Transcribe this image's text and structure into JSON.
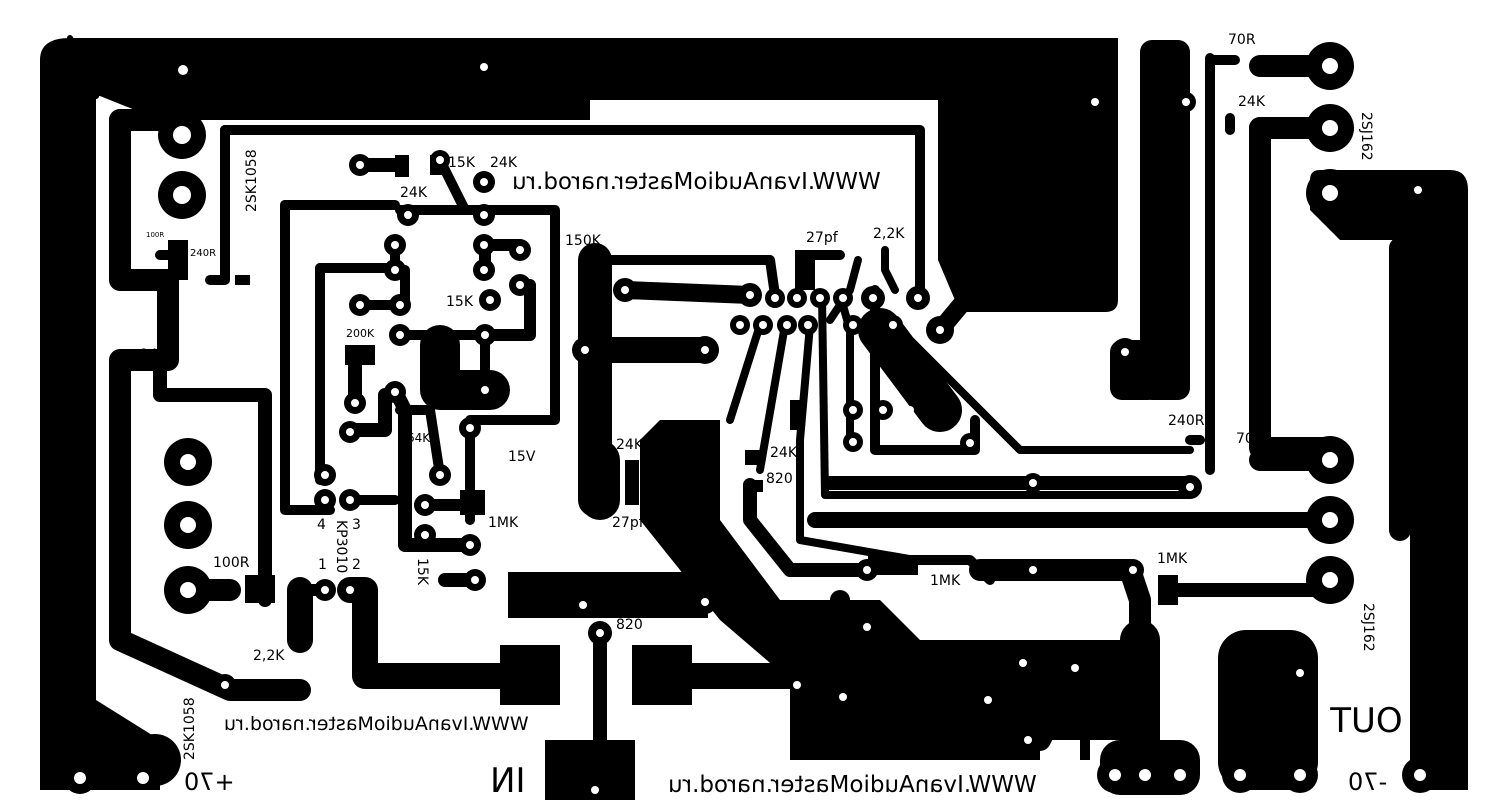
{
  "diagram": {
    "labels": {
      "r_70r_top": "70R",
      "r_24k_top": "24K",
      "q_2sj162_top": "2SJ162",
      "q_2sk1058_top": "2SK1058",
      "r_15k_top": "15K",
      "r_24k_a": "24K",
      "r_24k_b": "24K",
      "r_150k": "150K",
      "c_27pf_top": "27pf",
      "r_2_2k_top": "2,2K",
      "r_100r_tiny": "100R",
      "r_240r_left": "240R",
      "r_15k_mid": "15K",
      "r_200k": "200K",
      "r_24k_left": "24K",
      "r_64k": "64K",
      "r_15v": "15V",
      "r_24k_mid": "24K",
      "r_24k_mid2": "24K",
      "r_820_mid": "820",
      "r_240r_right": "240R",
      "r_70r_right": "70R",
      "c_27pf_bottom": "27pf",
      "r_1mk_a": "1MK",
      "ic_kp3010": "KP3010",
      "pin4": "4",
      "pin3": "3",
      "pin1": "1",
      "pin2": "2",
      "r_15k_low": "15K",
      "r_1mk_b": "1MK",
      "r_1mk_c": "1MK",
      "r_100r": "100R",
      "r_2_2k_low": "2,2K",
      "r_820_low": "820",
      "q_2sk1058_bottom": "2SK1058",
      "q_2sj162_bottom": "2SJ162",
      "out": "OUT",
      "in": "IN",
      "plus70": "+70",
      "minus70": "-70"
    },
    "watermarks": {
      "top": "WWW.IvanAudioMaster.narod.ru",
      "left": "WWW.IvanAudioMaster.narod.ru",
      "bottom": "WWW.IvanAudioMaster.narod.ru"
    }
  }
}
